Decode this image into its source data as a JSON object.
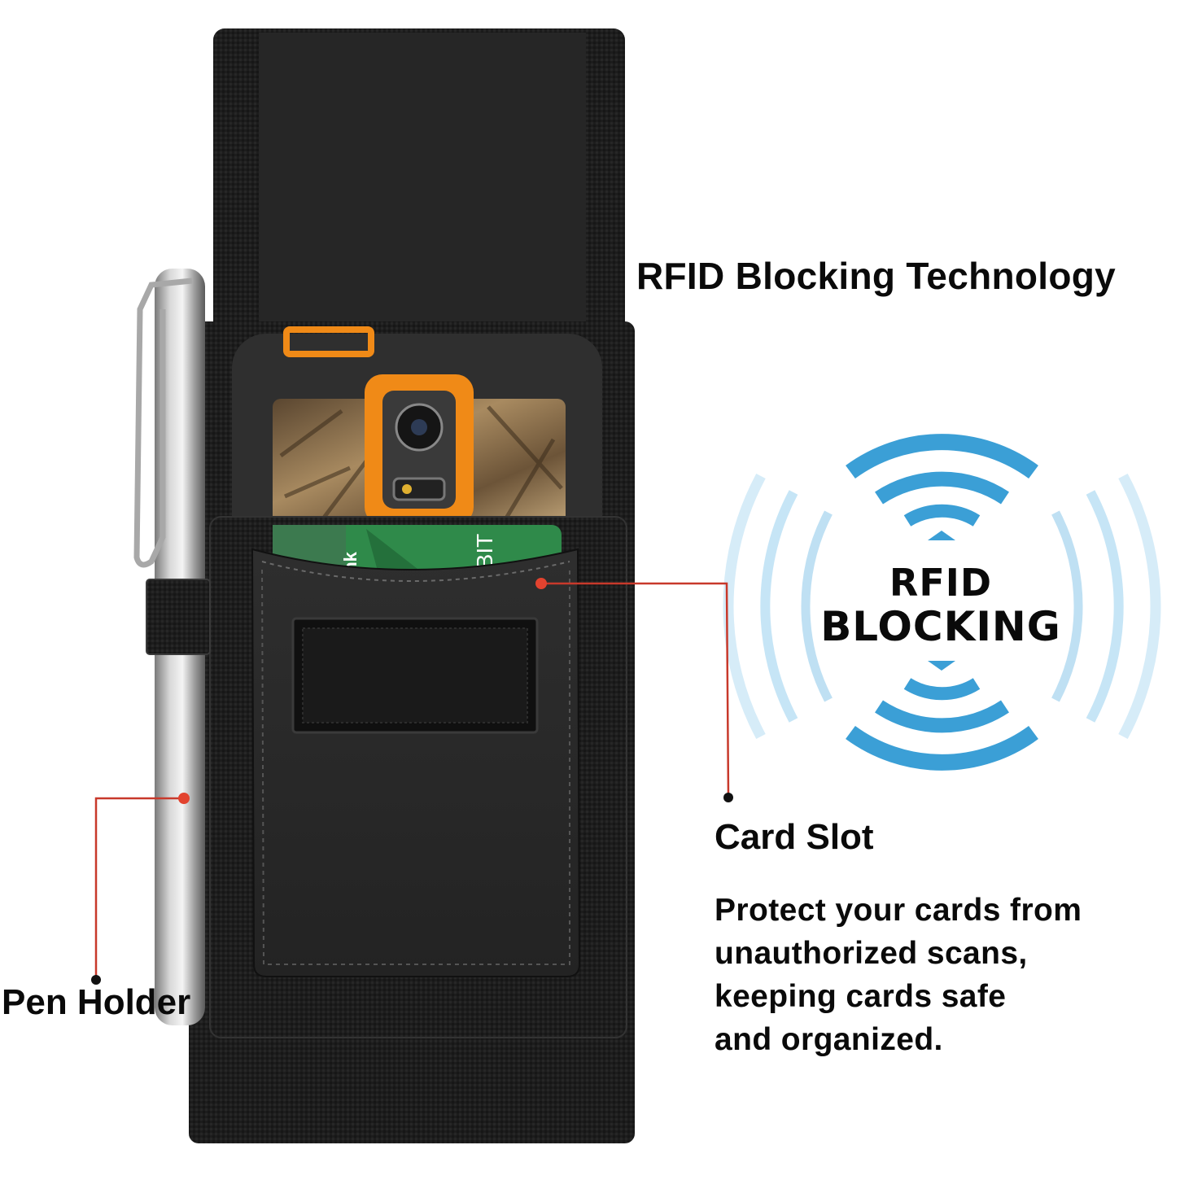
{
  "headline": "RFID Blocking Technology",
  "rfid_badge": {
    "line1": "RFID",
    "line2": "BLOCKING"
  },
  "callouts": {
    "card_slot": "Card Slot",
    "pen_holder": "Pen Holder"
  },
  "description_lines": [
    "Protect your cards from",
    "unauthorized scans,",
    "keeping cards safe",
    "and organized."
  ],
  "card_print": {
    "brand_fragment": "ank",
    "type_fragment": "EBIT"
  },
  "colors": {
    "rfid_blue": "#3b9fd6",
    "rfid_blue_pale": "#b9dff3",
    "callout_line": "#c8392b",
    "case_black": "#1c1c1c",
    "phone_orange": "#f08a17",
    "card_green": "#2f8a4a"
  }
}
